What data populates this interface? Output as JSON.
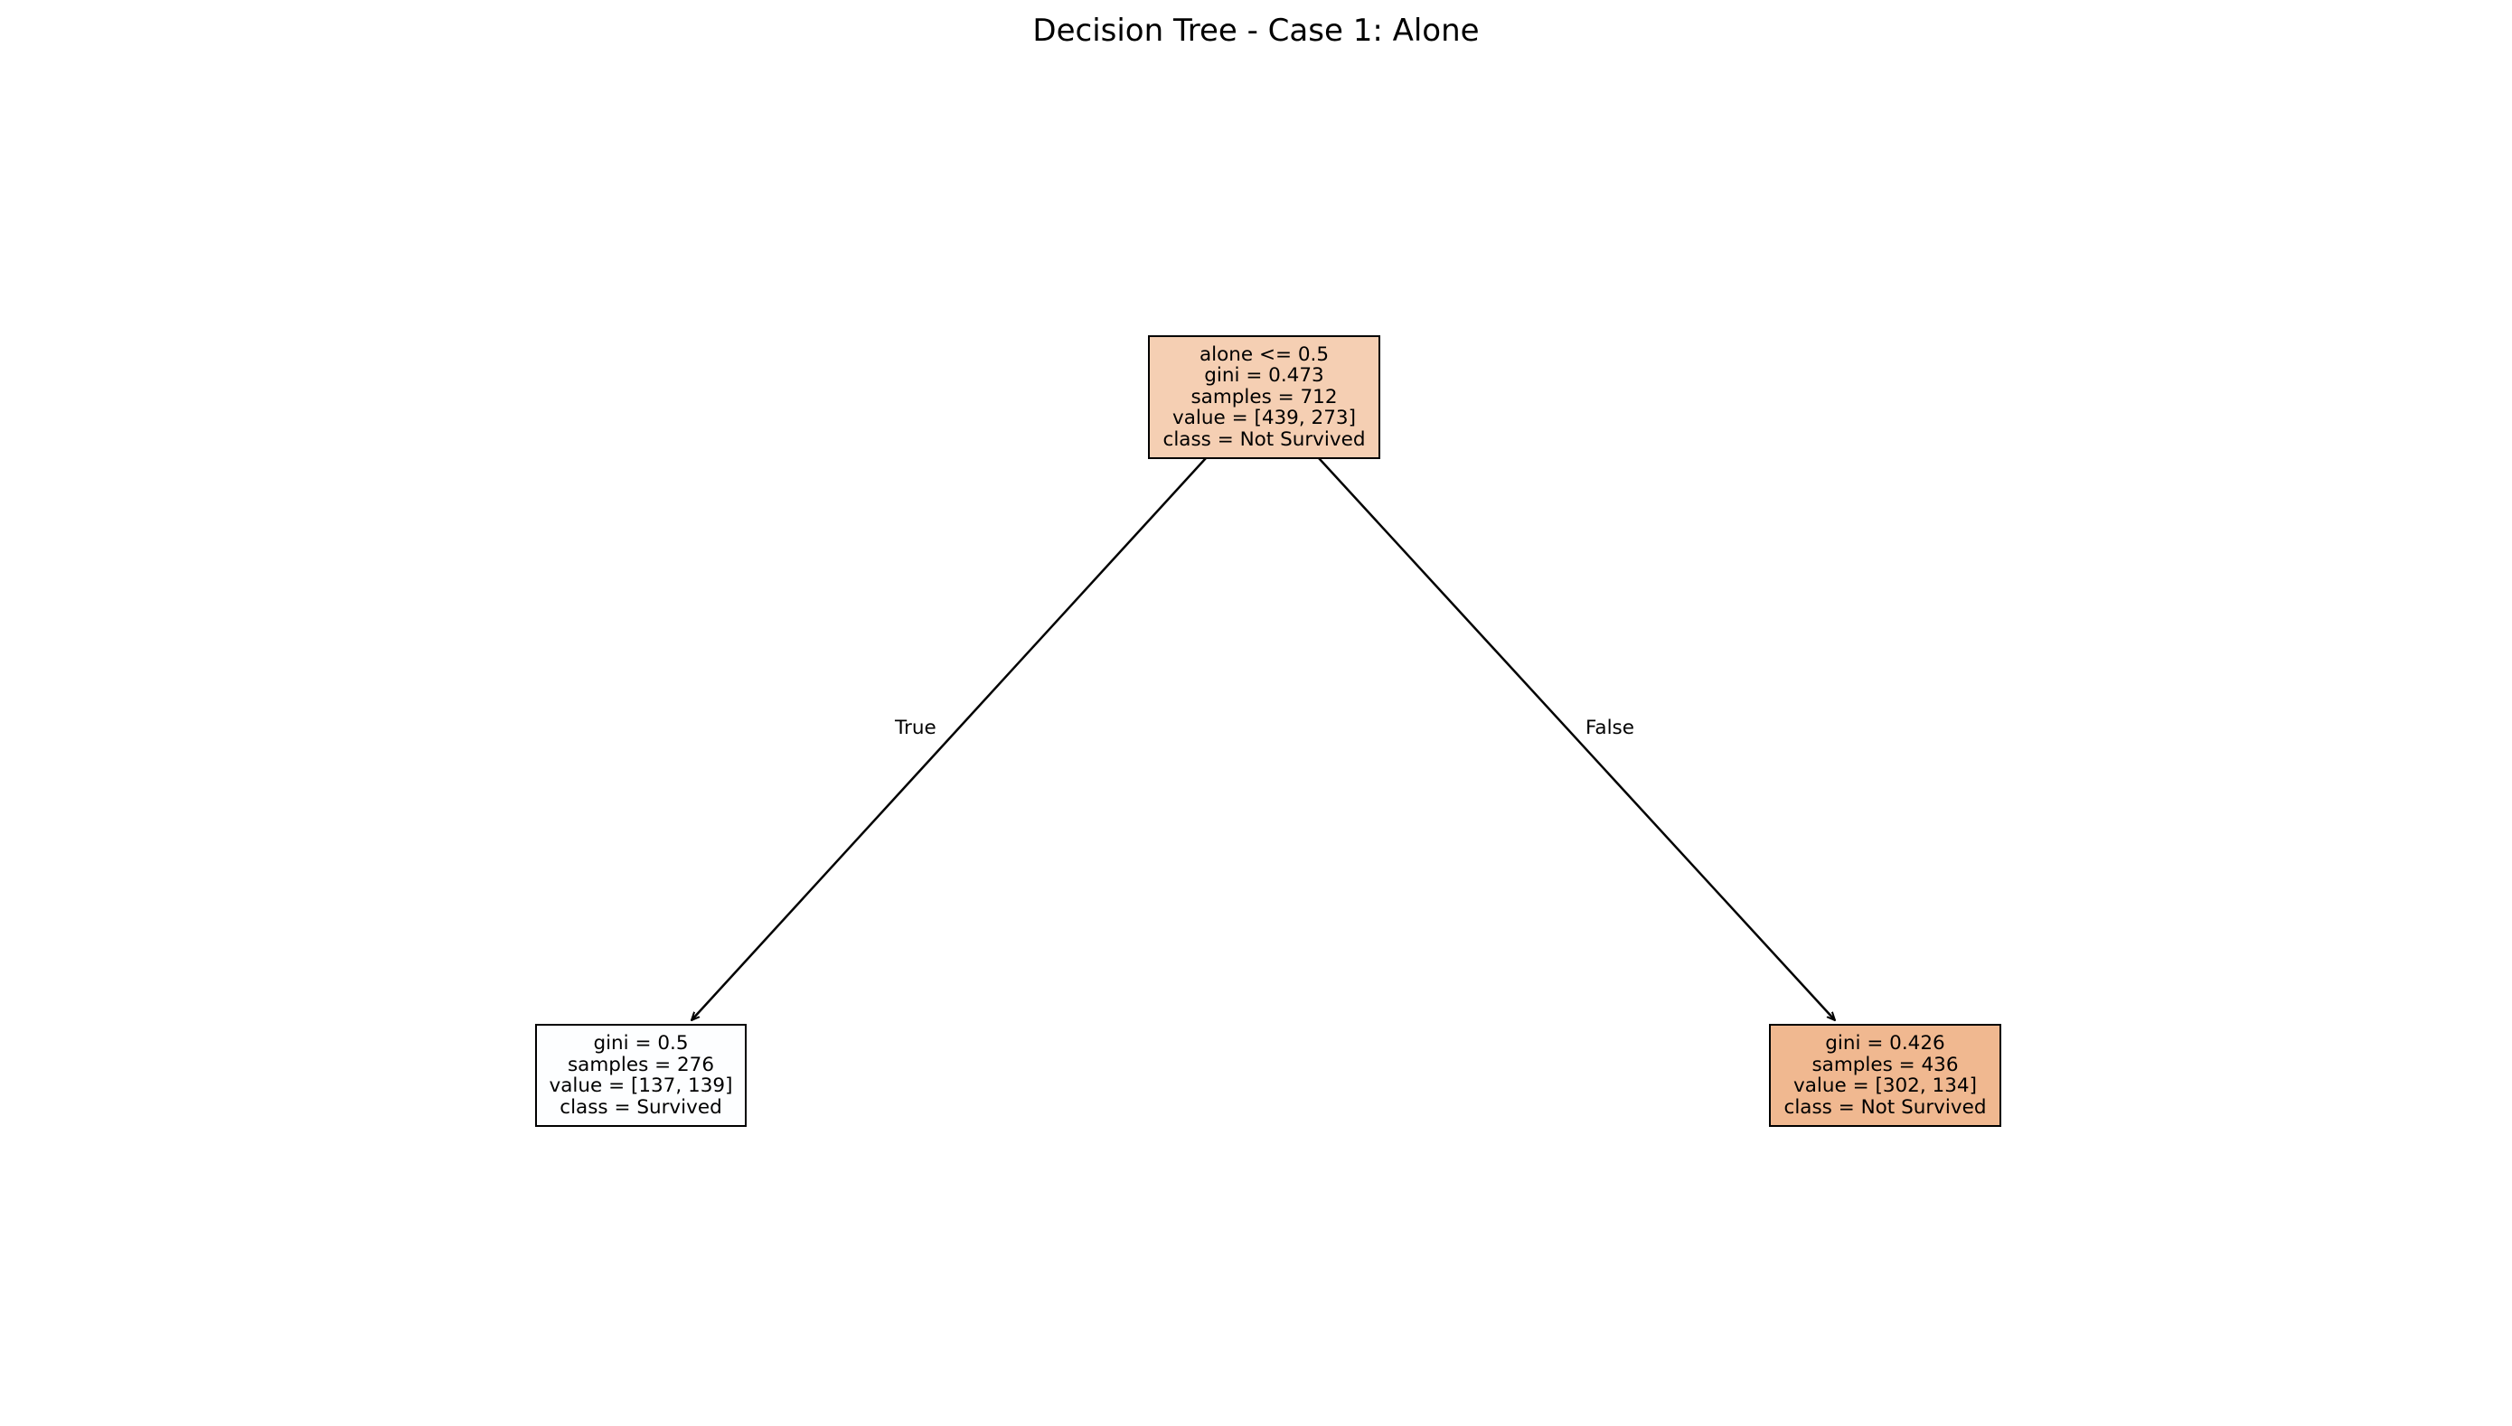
{
  "title": "Decision Tree - Case 1: Alone",
  "tree": {
    "root": {
      "lines": [
        "alone <= 0.5",
        "gini = 0.473",
        "samples = 712",
        "value = [439, 273]",
        "class = Not Survived"
      ],
      "fill": "#f5cfb3"
    },
    "left": {
      "lines": [
        "gini = 0.5",
        "samples = 276",
        "value = [137, 139]",
        "class = Survived"
      ],
      "fill": "#fdfeff"
    },
    "right": {
      "lines": [
        "gini = 0.426",
        "samples = 436",
        "value = [302, 134]",
        "class = Not Survived"
      ],
      "fill": "#f0b890"
    },
    "edges": {
      "true_label": "True",
      "false_label": "False"
    }
  }
}
